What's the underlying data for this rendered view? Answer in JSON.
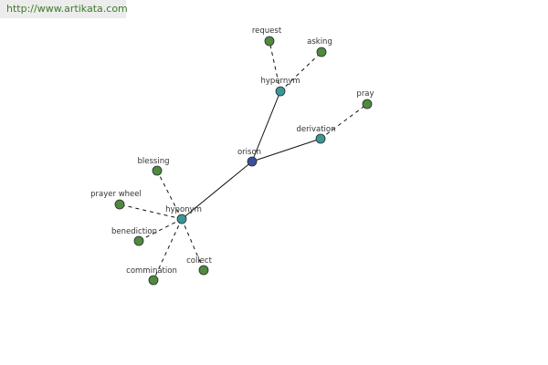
{
  "site": {
    "url_text": "http://www.artikata.com"
  },
  "graph": {
    "colors": {
      "root": "#3b4f9a",
      "relation": "#3b9696",
      "leaf": "#4f8a3f",
      "stroke": "#2a2a2a",
      "edge": "#111111",
      "banner_text": "#3f7a2c"
    },
    "nodes": [
      {
        "id": "orison",
        "label": "orison",
        "kind": "root"
      },
      {
        "id": "hypernym",
        "label": "hypernym",
        "kind": "relation"
      },
      {
        "id": "derivation",
        "label": "derivation",
        "kind": "relation"
      },
      {
        "id": "hyponym",
        "label": "hyponym",
        "kind": "relation"
      },
      {
        "id": "request",
        "label": "request",
        "kind": "leaf"
      },
      {
        "id": "asking",
        "label": "asking",
        "kind": "leaf"
      },
      {
        "id": "pray",
        "label": "pray",
        "kind": "leaf"
      },
      {
        "id": "blessing",
        "label": "blessing",
        "kind": "leaf"
      },
      {
        "id": "prayer-wheel",
        "label": "prayer wheel",
        "kind": "leaf"
      },
      {
        "id": "benediction",
        "label": "benediction",
        "kind": "leaf"
      },
      {
        "id": "commination",
        "label": "commination",
        "kind": "leaf"
      },
      {
        "id": "collect",
        "label": "collect",
        "kind": "leaf"
      }
    ],
    "edges": [
      {
        "from": "orison",
        "to": "hypernym",
        "style": "solid"
      },
      {
        "from": "orison",
        "to": "derivation",
        "style": "solid"
      },
      {
        "from": "orison",
        "to": "hyponym",
        "style": "solid"
      },
      {
        "from": "hypernym",
        "to": "request",
        "style": "dashed"
      },
      {
        "from": "hypernym",
        "to": "asking",
        "style": "dashed"
      },
      {
        "from": "derivation",
        "to": "pray",
        "style": "dashed"
      },
      {
        "from": "hyponym",
        "to": "blessing",
        "style": "dashed"
      },
      {
        "from": "hyponym",
        "to": "prayer-wheel",
        "style": "dashed"
      },
      {
        "from": "hyponym",
        "to": "benediction",
        "style": "dashed"
      },
      {
        "from": "hyponym",
        "to": "commination",
        "style": "dashed"
      },
      {
        "from": "hyponym",
        "to": "collect",
        "style": "dashed"
      }
    ]
  }
}
